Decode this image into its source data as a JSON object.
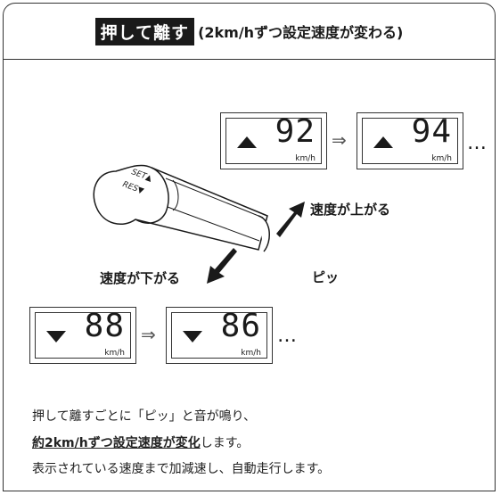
{
  "header": {
    "title_highlight": "押して離す",
    "title_sub": "(2km/hずつ設定速度が変わる)"
  },
  "lever": {
    "set_label": "SET▲",
    "res_label": "RES▼"
  },
  "labels": {
    "speed_up": "速度が上がる",
    "speed_down": "速度が下がる",
    "beep": "ピッ"
  },
  "displays": {
    "up": [
      {
        "value": "92",
        "unit": "km/h"
      },
      {
        "value": "94",
        "unit": "km/h"
      }
    ],
    "down": [
      {
        "value": "88",
        "unit": "km/h"
      },
      {
        "value": "86",
        "unit": "km/h"
      }
    ],
    "continue_marker": "…"
  },
  "description": {
    "line1": "押して離すごとに「ピッ」と音が鳴り、",
    "line2_bold": "約2km/hずつ設定速度が変化",
    "line2_rest": "します。",
    "line3": "表示されている速度まで加減速し、自動走行します。"
  },
  "colors": {
    "ink": "#1a1a1a",
    "border": "#333333"
  }
}
